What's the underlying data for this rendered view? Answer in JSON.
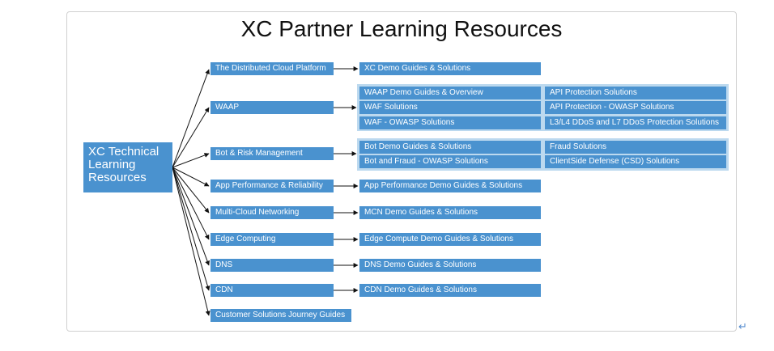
{
  "title": "XC Partner Learning Resources",
  "root": "XC Technical Learning Resources",
  "categories": [
    "The Distributed Cloud Platform",
    "WAAP",
    "Bot & Risk Management",
    "App Performance &  Reliability",
    "Multi-Cloud Networking",
    "Edge Computing",
    "DNS",
    "CDN",
    "Customer Solutions Journey Guides"
  ],
  "resources": {
    "platform": "XC Demo Guides & Solutions",
    "waap": [
      "WAAP Demo Guides & Overview",
      "WAF Solutions",
      "WAF - OWASP Solutions",
      "API Protection Solutions",
      "API Protection - OWASP Solutions",
      "L3/L4 DDoS and L7 DDoS Protection Solutions"
    ],
    "bot": [
      "Bot Demo Guides & Solutions",
      "Bot and Fraud - OWASP Solutions",
      "Fraud Solutions",
      "ClientSide Defense (CSD) Solutions"
    ],
    "app_performance": "App Performance Demo Guides & Solutions",
    "mcn": "MCN Demo Guides & Solutions",
    "edge": "Edge Compute Demo Guides & Solutions",
    "dns": "DNS Demo Guides & Solutions",
    "cdn": "CDN Demo Guides & Solutions"
  },
  "return_mark": "↵",
  "colors": {
    "box": "#4a92cf",
    "group": "#bcd9ef",
    "line": "#111111"
  }
}
